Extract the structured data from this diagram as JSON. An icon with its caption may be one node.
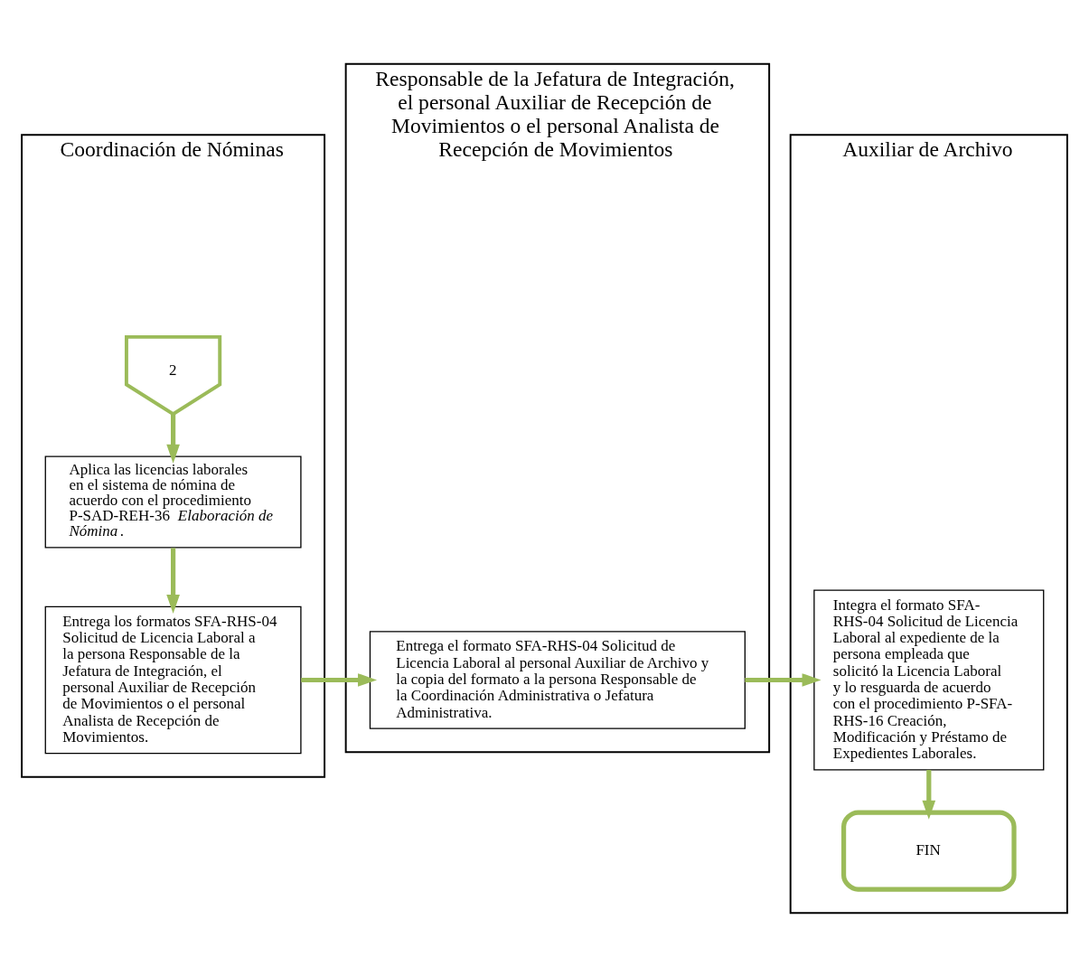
{
  "diagram": {
    "nodes": [
      {
        "text": [
          "Coordinación de Nóminas"
        ]
      },
      {
        "text": [
          "Responsable de la Jefatura de Integración, el personal Auxiliar de Recepción de Movimientos o el personal Analista de Recepción de Movimientos"
        ]
      },
      {
        "text": [
          "Auxiliar de Archivo"
        ]
      },
      {
        "text": [
          "2"
        ],
        "in": 0
      },
      {
        "text": [
          "Aplica las licencias laborales en el sistema de nómina de acuerdo con el procedimiento P-SAD-REH-36 *Elaboración de Nómina*."
        ],
        "in": 0
      },
      {
        "text": [
          "Entrega los formatos SFA-RHS-04 Solicitud de Licencia Laboral a la persona Responsable de la Jefatura de Integración, el personal Auxiliar de Recepción de Movimientos o el personal Analista de Recepción de Movimientos."
        ],
        "in": 0
      },
      {
        "text": [
          "Entrega el formato SFA-RHS-04 Solicitud de Licencia Laboral al personal Auxiliar de Archivo y la copia del formato a la persona Responsable de la Coordinación Administrativa o Jefatura Administrativa."
        ],
        "in": 1
      },
      {
        "text": [
          "Integra el formato SFA-RHS-04 Solicitud de Licencia Laboral al expediente de la persona empleada que solicitó la Licencia Laboral y lo resguarda de acuerdo con el procedimiento P-SFA-RHS-16 Creación, Modificación y Préstamo de Expedientes Laborales."
        ],
        "in": 2
      },
      {
        "text": [
          "FIN"
        ],
        "in": 2
      }
    ],
    "edges": [
      {
        "from": 3,
        "to": 4,
        "arrow": "to"
      },
      {
        "from": 4,
        "to": 5,
        "arrow": "to"
      },
      {
        "from": 5,
        "to": 6,
        "arrow": "to"
      },
      {
        "from": 6,
        "to": 7,
        "arrow": "to"
      },
      {
        "from": 7,
        "to": 8,
        "arrow": "to"
      }
    ]
  }
}
